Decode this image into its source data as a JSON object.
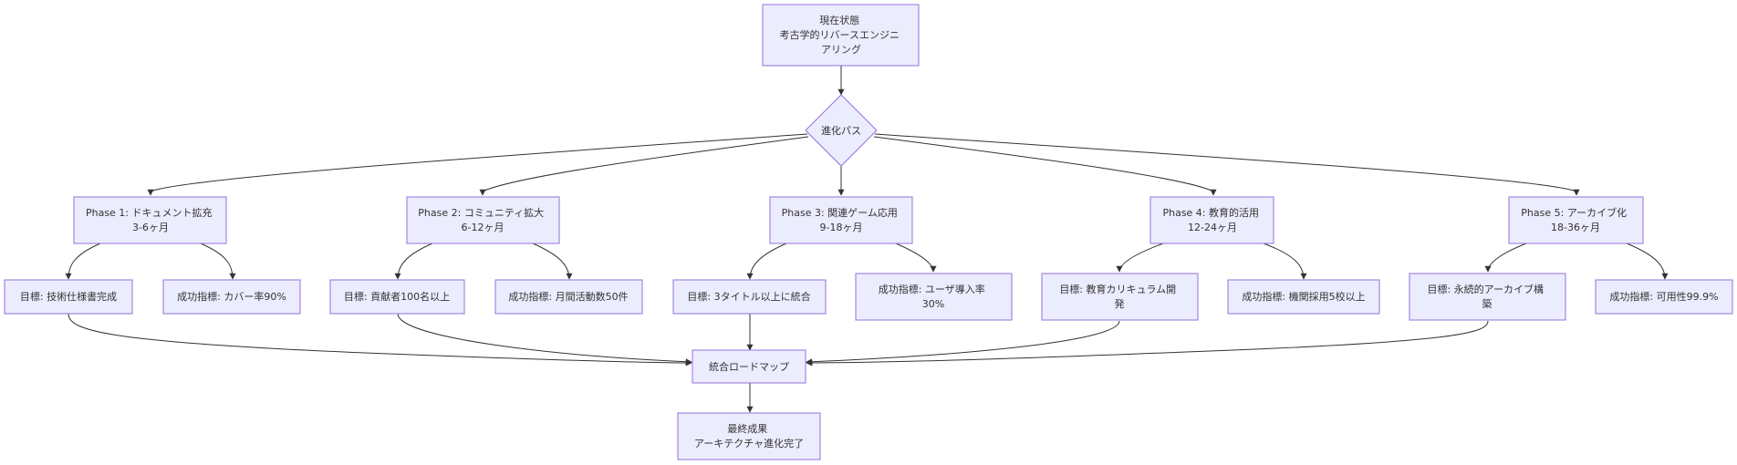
{
  "colors": {
    "node_fill": "#ececff",
    "node_stroke": "#9370db",
    "edge": "#333333",
    "text": "#333333"
  },
  "nodes": {
    "current_state": [
      "現在状態",
      "考古学的リバースエンジニ",
      "アリング"
    ],
    "evolution_path": [
      "進化パス"
    ],
    "phase1": [
      "Phase 1: ドキュメント拡充",
      "3-6ヶ月"
    ],
    "phase2": [
      "Phase 2: コミュニティ拡大",
      "6-12ヶ月"
    ],
    "phase3": [
      "Phase 3: 関連ゲーム応用",
      "9-18ヶ月"
    ],
    "phase4": [
      "Phase 4: 教育的活用",
      "12-24ヶ月"
    ],
    "phase5": [
      "Phase 5: アーカイブ化",
      "18-36ヶ月"
    ],
    "goal1": [
      "目標: 技術仕様書完成"
    ],
    "metric1": [
      "成功指標: カバー率90%"
    ],
    "goal2": [
      "目標: 貢献者100名以上"
    ],
    "metric2": [
      "成功指標: 月間活動数50件"
    ],
    "goal3": [
      "目標: 3タイトル以上に統合"
    ],
    "metric3": [
      "成功指標: ユーザ導入率",
      "30%"
    ],
    "goal4": [
      "目標: 教育カリキュラム開",
      "発"
    ],
    "metric4": [
      "成功指標: 機関採用5校以上"
    ],
    "goal5": [
      "目標: 永続的アーカイブ構",
      "築"
    ],
    "metric5": [
      "成功指標: 可用性99.9%"
    ],
    "roadmap": [
      "統合ロードマップ"
    ],
    "final": [
      "最終成果",
      "アーキテクチャ進化完了"
    ]
  }
}
